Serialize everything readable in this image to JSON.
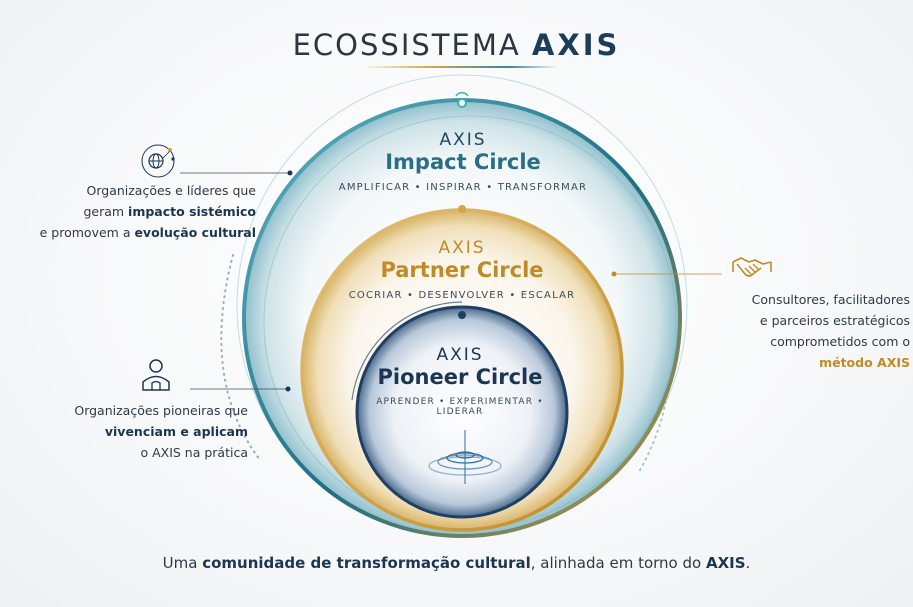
{
  "header": {
    "title_light": "ECOSSISTEMA",
    "title_bold": "AXIS"
  },
  "circles": {
    "impact": {
      "axis": "AXIS",
      "name": "Impact Circle",
      "verbs": "AMPLIFICAR • INSPIRAR • TRANSFORMAR"
    },
    "partner": {
      "axis": "AXIS",
      "name": "Partner Circle",
      "verbs": "COCRIAR • DESENVOLVER • ESCALAR"
    },
    "pioneer": {
      "axis": "AXIS",
      "name": "Pioneer Circle",
      "verbs": "APRENDER • EXPERIMENTAR • LIDERAR"
    }
  },
  "annotations": {
    "impact": {
      "icon": "globe-network-icon",
      "line1": "Organizações e líderes que",
      "line2_pre": "geram ",
      "line2_bold": "impacto sistémico",
      "line3_pre": "e promovem a ",
      "line3_bold": "evolução cultural"
    },
    "partner": {
      "icon": "handshake-icon",
      "line1": "Consultores, facilitadores",
      "line2": "e parceiros estratégicos",
      "line3": "comprometidos com o",
      "line4_gold": "método AXIS"
    },
    "pioneer": {
      "icon": "person-icon",
      "line1": "Organizações pioneiras que",
      "line2_bold": "vivenciam e aplicam",
      "line3": "o AXIS na prática"
    }
  },
  "footer": {
    "pre": "Uma ",
    "bold1": "comunidade de transformação cultural",
    "mid": ", alinhada em torno do ",
    "bold2": "AXIS",
    "post": "."
  },
  "colors": {
    "teal": "#2a7f95",
    "gold": "#d4a640",
    "navy": "#1c3551"
  }
}
